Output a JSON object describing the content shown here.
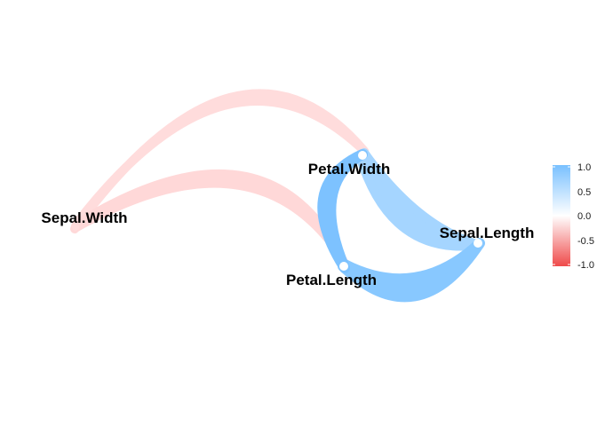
{
  "nodes": [
    {
      "id": "sepal_width",
      "label": "Sepal.Width"
    },
    {
      "id": "petal_width",
      "label": "Petal.Width"
    },
    {
      "id": "sepal_length",
      "label": "Sepal.Length"
    },
    {
      "id": "petal_length",
      "label": "Petal.Length"
    }
  ],
  "edges": [
    {
      "from": "Petal.Width",
      "to": "Sepal.Width",
      "correlation": -0.37
    },
    {
      "from": "Petal.Length",
      "to": "Sepal.Width",
      "correlation": -0.43
    },
    {
      "from": "Petal.Width",
      "to": "Petal.Length",
      "correlation": 0.96
    },
    {
      "from": "Petal.Length",
      "to": "Sepal.Length",
      "correlation": 0.87
    },
    {
      "from": "Petal.Width",
      "to": "Sepal.Length",
      "correlation": 0.82
    }
  ],
  "legend": {
    "ticks": [
      "1.0",
      "0.5",
      "0.0",
      "-0.5",
      "-1.0"
    ],
    "colors": {
      "positive": "#79c0ff",
      "zero": "#ffffff",
      "negative": "#ef4a4a"
    }
  }
}
